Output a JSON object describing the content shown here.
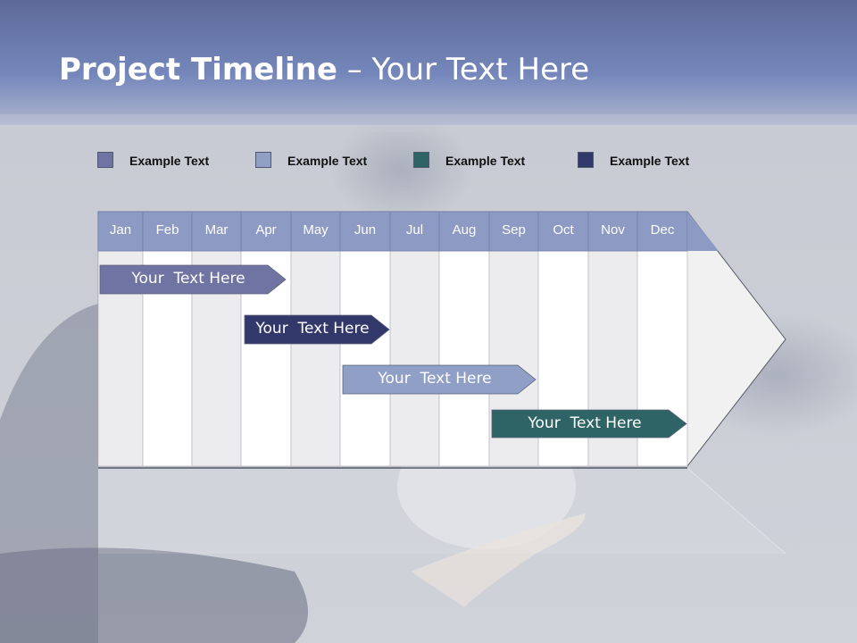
{
  "title": {
    "bold": "Project Timeline",
    "rest": " – Your Text Here"
  },
  "legend": [
    {
      "label": "Example Text",
      "color": "#6f74a2"
    },
    {
      "label": "Example Text",
      "color": "#8f9fc6"
    },
    {
      "label": "Example Text",
      "color": "#2f6466"
    },
    {
      "label": "Example Text",
      "color": "#33386a"
    }
  ],
  "months": [
    "Jan",
    "Feb",
    "Mar",
    "Apr",
    "May",
    "Jun",
    "Jul",
    "Aug",
    "Sep",
    "Oct",
    "Nov",
    "Dec"
  ],
  "bars": [
    {
      "label": "Your  Text Here",
      "color": "#6f74a2"
    },
    {
      "label": "Your  Text Here",
      "color": "#33386a"
    },
    {
      "label": "Your  Text Here",
      "color": "#8f9fc6"
    },
    {
      "label": "Your  Text Here",
      "color": "#2f6466"
    }
  ],
  "colors": {
    "header_band": "#6d80b2",
    "month_header": "#8d9ac4",
    "column_alt": "#ececef",
    "column": "#ffffff"
  }
}
